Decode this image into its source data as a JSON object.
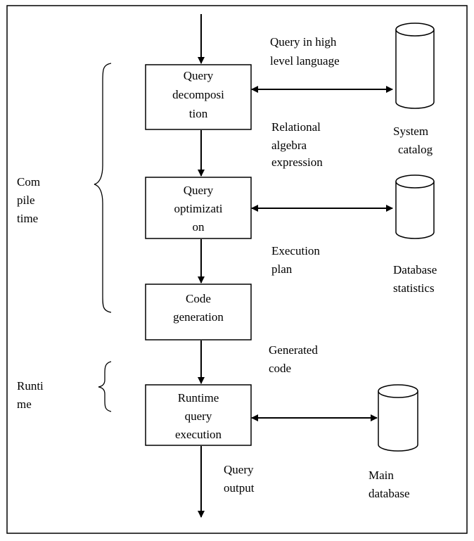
{
  "boxes": {
    "decomposition": [
      "Query",
      "decomposi",
      "tion"
    ],
    "optimization": [
      "Query",
      "optimizati",
      "on"
    ],
    "codegen": [
      "Code",
      "generation"
    ],
    "runtime": [
      "Runtime",
      "query",
      "execution"
    ]
  },
  "flow_labels": {
    "query_in": [
      "Query in high",
      "level language"
    ],
    "relational": [
      "Relational",
      "algebra",
      "expression"
    ],
    "execution_plan": [
      "Execution",
      "plan"
    ],
    "generated_code": [
      "Generated",
      "code"
    ],
    "query_output": [
      "Query",
      "output"
    ]
  },
  "stores": {
    "system_catalog": [
      "System",
      "catalog"
    ],
    "database_statistics": [
      "Database",
      "statistics"
    ],
    "main_database": [
      "Main",
      "database"
    ]
  },
  "phases": {
    "compile_time": [
      "Com",
      "pile",
      "time"
    ],
    "runtime": [
      "Runti",
      "me"
    ]
  }
}
